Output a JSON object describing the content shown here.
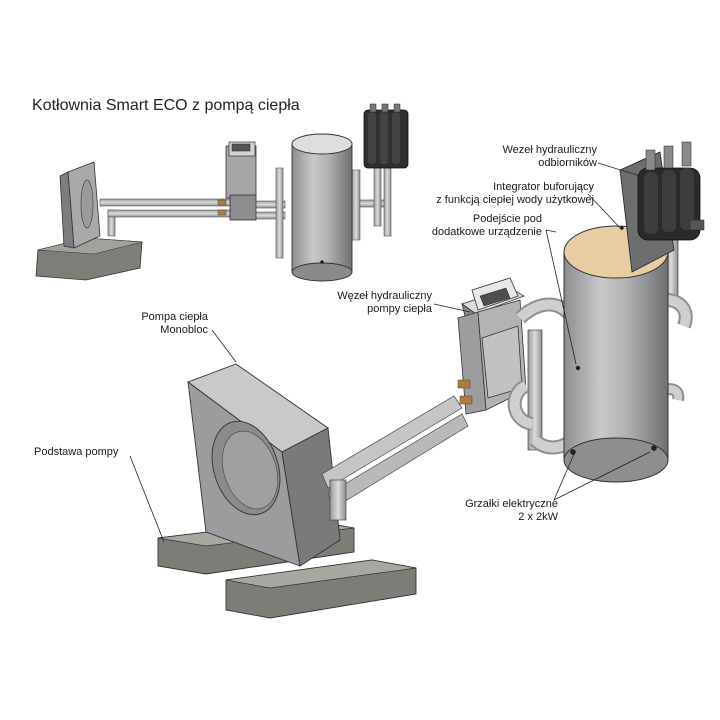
{
  "diagram": {
    "title": "Kotłownia Smart ECO z pompą ciepła",
    "labels": {
      "wezel_odbiornikow": [
        "Wezeł hydrauliczny",
        "odbiorników"
      ],
      "integrator": [
        "Integrator buforujący",
        "z funkcją ciepłej wody użytkowej"
      ],
      "podejscie": [
        "Podejście pod",
        "dodatkowe urządzenie"
      ],
      "wezel_pompy": [
        "Węzeł hydrauliczny",
        "pompy ciepła"
      ],
      "pompa": [
        "Pompa ciepła",
        "Monobloc"
      ],
      "podstawa": "Podstawa pompy",
      "grzalki": [
        "Grzałki elektryczne",
        "2 x 2kW"
      ]
    },
    "colors": {
      "tank": "#b4b4b6",
      "tank_top": "#e9cfa4",
      "pipe": "#c3c3c5",
      "concrete": "#8a8a84",
      "outline": "#222222"
    }
  }
}
